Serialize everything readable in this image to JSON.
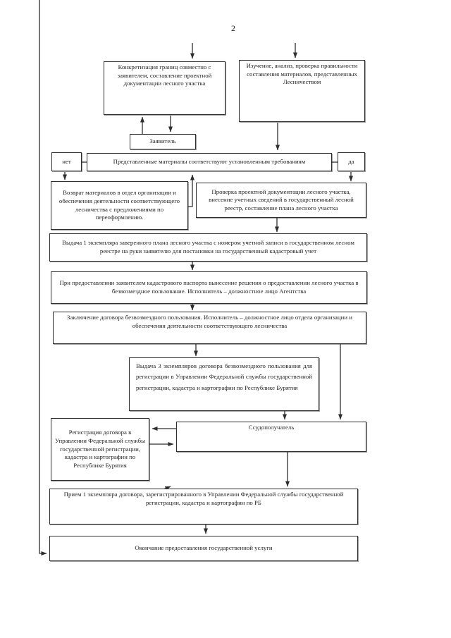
{
  "page": {
    "number": "2"
  },
  "colors": {
    "line": "#2e2e2e",
    "background": "#ffffff",
    "text": "#262626"
  },
  "boxes": {
    "concretization": "Конкретизация границ совместно с заявителем, составление проектной документации лесного участка",
    "study": "Изучение, анализ, проверка правильности составления материалов, представленных Лесничеством",
    "applicant": "Заявитель",
    "no": "нет",
    "condition": "Представленные материалы соответствуют установленным требованиям",
    "yes": "да",
    "return_box": "Возврат материалов в отдел организации и обеспечения деятельности соответствующего лесничества с предложениями по переоформлению.",
    "check": "Проверка проектной документации лесного участка, внесение учетных сведений в государственный лесной реестр, составление плана лесного участка",
    "issue_plan": "Выдача 1 экземпляра заверенного плана лесного участка с номером учетной записи в государственном лесном реестре на руки заявителю для постановки на государственный кадастровый учет",
    "decision": "При предоставлении заявителем кадастрового паспорта вынесение решения о предоставлении лесного участка в безвозмездное пользование. Исполнитель – должностное лицо Агентства",
    "contract": "Заключение договора безвозмездного пользования. Исполнитель – должностное лицо отдела организации и обеспечения деятельности соответствующего лесничества",
    "issue_contract": "Выдача 3 экземпляров договора безвозмездного пользования для регистрации в Управлении Федеральной службы государственной регистрации, кадастра и картографии по Республике Бурятия",
    "registration": "Регистрация договора в Управлении Федеральной службы государственной регистрации, кадастра и картографии по Республике Бурятия",
    "recipient": "Ссудополучатель",
    "reception": "Прием 1 экземпляра договора, зарегистрированного в Управлении Федеральной службы государственной регистрации, кадастра и картографии по РБ",
    "end": "Окончание предоставления государственной услуги"
  }
}
